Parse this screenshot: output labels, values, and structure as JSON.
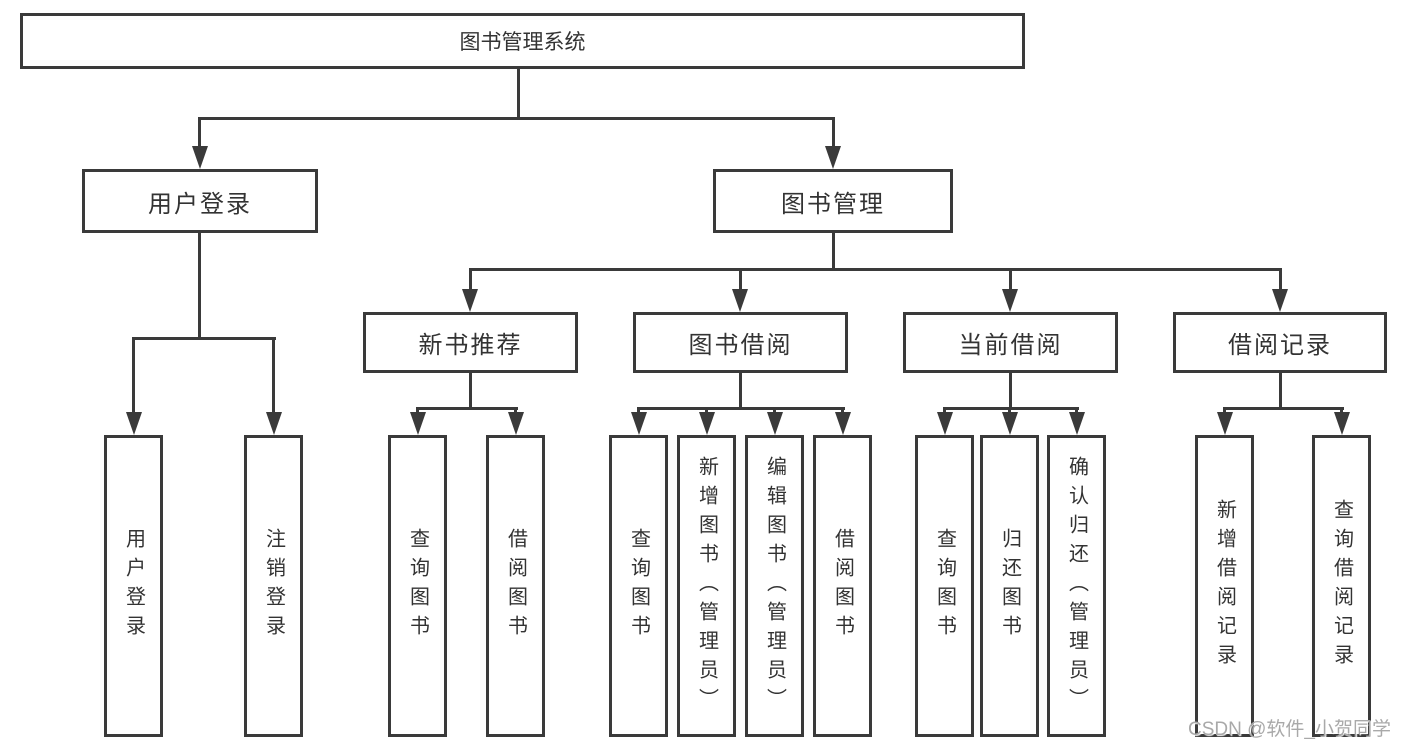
{
  "diagram": {
    "root": {
      "label": "图书管理系统"
    },
    "branches": [
      {
        "label": "用户登录",
        "children": [
          {
            "label": "用户登录"
          },
          {
            "label": "注销登录"
          }
        ]
      },
      {
        "label": "图书管理",
        "children": [
          {
            "label": "新书推荐",
            "children": [
              {
                "label": "查询图书"
              },
              {
                "label": "借阅图书"
              }
            ]
          },
          {
            "label": "图书借阅",
            "children": [
              {
                "label": "查询图书"
              },
              {
                "label": "新增图书（管理员）"
              },
              {
                "label": "编辑图书（管理员）"
              },
              {
                "label": "借阅图书"
              }
            ]
          },
          {
            "label": "当前借阅",
            "children": [
              {
                "label": "查询图书"
              },
              {
                "label": "归还图书"
              },
              {
                "label": "确认归还（管理员）"
              }
            ]
          },
          {
            "label": "借阅记录",
            "children": [
              {
                "label": "新增借阅记录"
              },
              {
                "label": "查询借阅记录"
              }
            ]
          }
        ]
      }
    ]
  },
  "watermark": {
    "label": "CSDN @软件_小贺同学"
  },
  "colors": {
    "line": "#3a3a3a",
    "text": "#333333",
    "background": "#ffffff",
    "watermark": "#a9a9a9"
  }
}
